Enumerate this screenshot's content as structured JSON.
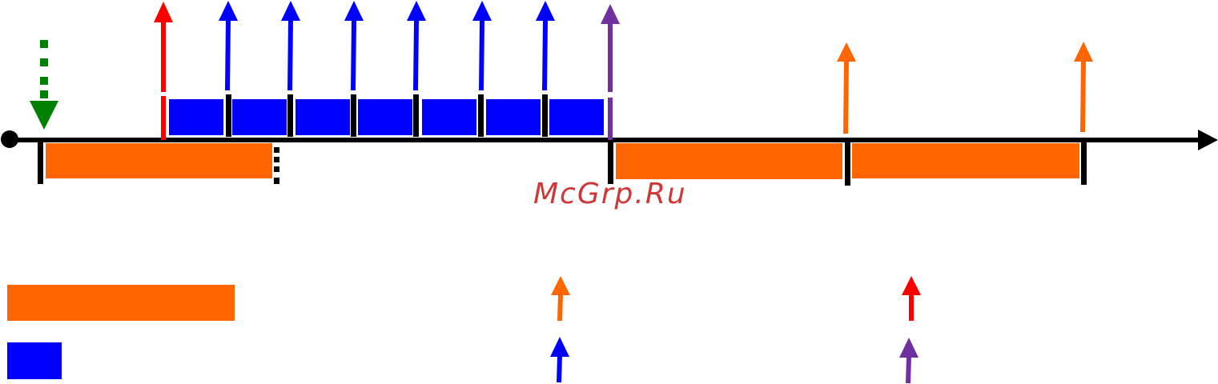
{
  "watermark": {
    "text": "McGrp.Ru"
  },
  "colors": {
    "orange": "#FF6600",
    "blue": "#0000FF",
    "red": "#FF0000",
    "purple": "#7030A0",
    "green": "#008000",
    "black": "#000000",
    "watermark": "#CC2222"
  },
  "timeline": {
    "start_marker": "filled-circle",
    "end_marker": "arrowhead",
    "direction": "left-to-right"
  },
  "legend": {
    "items": [
      {
        "symbol": "orange-bar",
        "color": "orange"
      },
      {
        "symbol": "blue-block",
        "color": "blue"
      },
      {
        "symbol": "orange-up-arrow",
        "color": "orange"
      },
      {
        "symbol": "blue-up-arrow",
        "color": "blue"
      },
      {
        "symbol": "red-up-arrow",
        "color": "red"
      },
      {
        "symbol": "purple-up-arrow",
        "color": "purple"
      }
    ]
  }
}
